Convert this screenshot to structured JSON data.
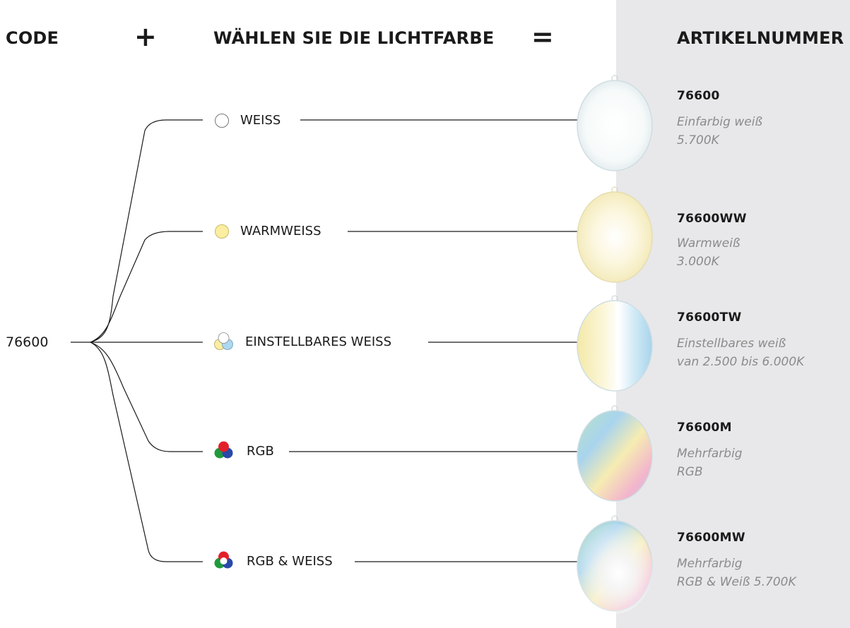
{
  "header": {
    "code_label": "CODE",
    "plus": "+",
    "choose_label": "WÄHLEN SIE DIE LICHTFARBE",
    "equals": "=",
    "article_label": "ARTIKELNUMMER"
  },
  "code": "76600",
  "options": [
    {
      "label": "WEISS",
      "icon": "white-circle-icon"
    },
    {
      "label": "WARMWEISS",
      "icon": "warm-white-circle-icon"
    },
    {
      "label": "EINSTELLBARES WEISS",
      "icon": "tunable-white-circles-icon"
    },
    {
      "label": "RGB",
      "icon": "rgb-circles-icon"
    },
    {
      "label": "RGB & WEISS",
      "icon": "rgb-white-circles-icon"
    }
  ],
  "articles": [
    {
      "number": "76600",
      "line1": "Einfarbig weiß",
      "line2": "5.700K"
    },
    {
      "number": "76600WW",
      "line1": "Warmweiß",
      "line2": "3.000K"
    },
    {
      "number": "76600TW",
      "line1": "Einstellbares weiß",
      "line2": "van 2.500 bis 6.000K"
    },
    {
      "number": "76600M",
      "line1": "Mehrfarbig",
      "line2": "RGB"
    },
    {
      "number": "76600MW",
      "line1": "Mehrfarbig",
      "line2": "RGB & Weiß 5.700K"
    }
  ],
  "colors": {
    "sidebar": "#e8e8ea",
    "text": "#1a1a1a",
    "desc": "#8b8b8b",
    "warm": "#fbeea0",
    "cool": "#aed8f0",
    "red": "#e3202a",
    "green": "#1f9a3c",
    "blue": "#2849a8"
  }
}
